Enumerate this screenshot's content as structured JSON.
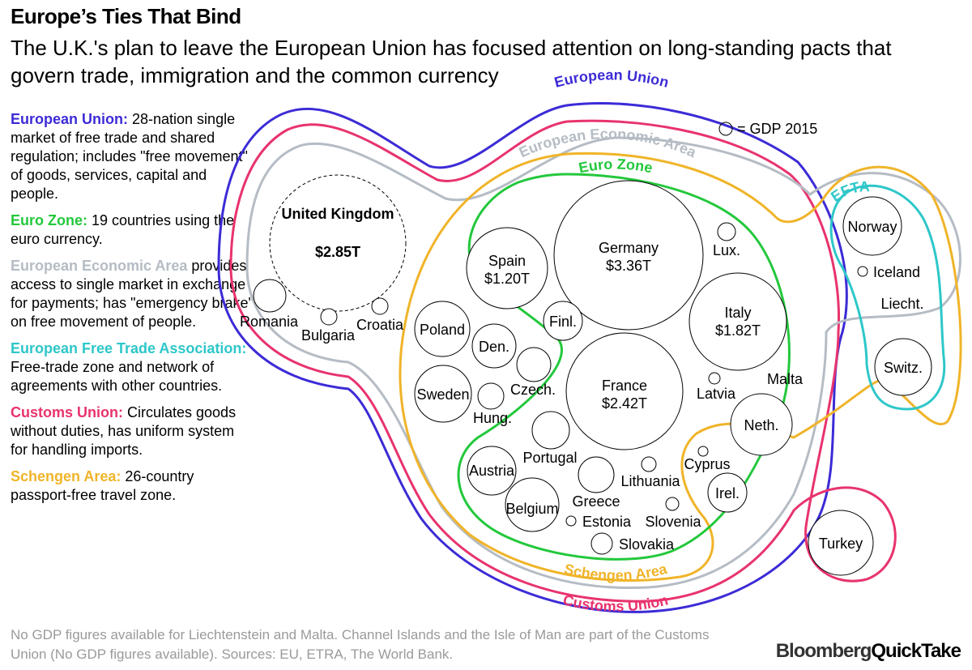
{
  "title": "Europe’s Ties That Bind",
  "subtitle": "The U.K.'s plan to leave the European Union has focused attention on long-standing pacts that govern trade, immigration and the common currency",
  "legend": [
    {
      "term": "European Union:",
      "text": " 28-nation single market of free trade and shared regulation; includes \"free movement\" of goods, services, capital and people.",
      "color": "#3c2bd6"
    },
    {
      "term": "Euro Zone:",
      "text": " 19 countries using the euro currency.",
      "color": "#23c83c"
    },
    {
      "term": "European Economic Area",
      "text": " provides access to single market in exchange for payments; has \"emergency brake\" on free movement of people.",
      "color": "#b5bcc4"
    },
    {
      "term": "European Free Trade Association:",
      "text": " Free-trade zone and network of agreements with other countries.",
      "color": "#2ec7c9"
    },
    {
      "term": "Customs Union:",
      "text": " Circulates goods without duties, has uniform system for handling imports.",
      "color": "#e8336d"
    },
    {
      "term": "Schengen Area:",
      "text": " 26-country passport-free travel zone.",
      "color": "#f0b429"
    }
  ],
  "ring_labels": {
    "eu": "European Union",
    "eea": "European Economic Area",
    "euro": "Euro Zone",
    "efta": "EFTA",
    "schengen": "Schengen Area",
    "customs": "Customs Union"
  },
  "colors": {
    "eu": "#3c2bd6",
    "customs": "#e8336d",
    "eea": "#b5bcc4",
    "schengen": "#f0b429",
    "euro": "#23c83c",
    "efta": "#2ec7c9"
  },
  "size_key": "= GDP 2015",
  "countries": [
    {
      "name": "United Kingdom",
      "gdp": "$2.85T"
    },
    {
      "name": "Germany",
      "gdp": "$3.36T"
    },
    {
      "name": "France",
      "gdp": "$2.42T"
    },
    {
      "name": "Italy",
      "gdp": "$1.82T"
    },
    {
      "name": "Spain",
      "gdp": "$1.20T"
    },
    {
      "name": "Lux."
    },
    {
      "name": "Finl."
    },
    {
      "name": "Poland"
    },
    {
      "name": "Den."
    },
    {
      "name": "Sweden"
    },
    {
      "name": "Czech."
    },
    {
      "name": "Hung."
    },
    {
      "name": "Portugal"
    },
    {
      "name": "Austria"
    },
    {
      "name": "Belgium"
    },
    {
      "name": "Greece"
    },
    {
      "name": "Lithuania"
    },
    {
      "name": "Estonia"
    },
    {
      "name": "Slovenia"
    },
    {
      "name": "Slovakia"
    },
    {
      "name": "Latvia"
    },
    {
      "name": "Malta"
    },
    {
      "name": "Neth."
    },
    {
      "name": "Cyprus"
    },
    {
      "name": "Irel."
    },
    {
      "name": "Romania"
    },
    {
      "name": "Bulgaria"
    },
    {
      "name": "Croatia"
    },
    {
      "name": "Norway"
    },
    {
      "name": "Iceland"
    },
    {
      "name": "Liecht."
    },
    {
      "name": "Switz."
    },
    {
      "name": "Turkey"
    }
  ],
  "footnote": "No GDP figures available for Liechtenstein and Malta. Channel Islands and the Isle of Man are part of the Customs Union (No GDP figures available). Sources: EU, ETRA, The World Bank.",
  "brand": {
    "part1": "Bloomberg",
    "part2": "QuickTake"
  }
}
